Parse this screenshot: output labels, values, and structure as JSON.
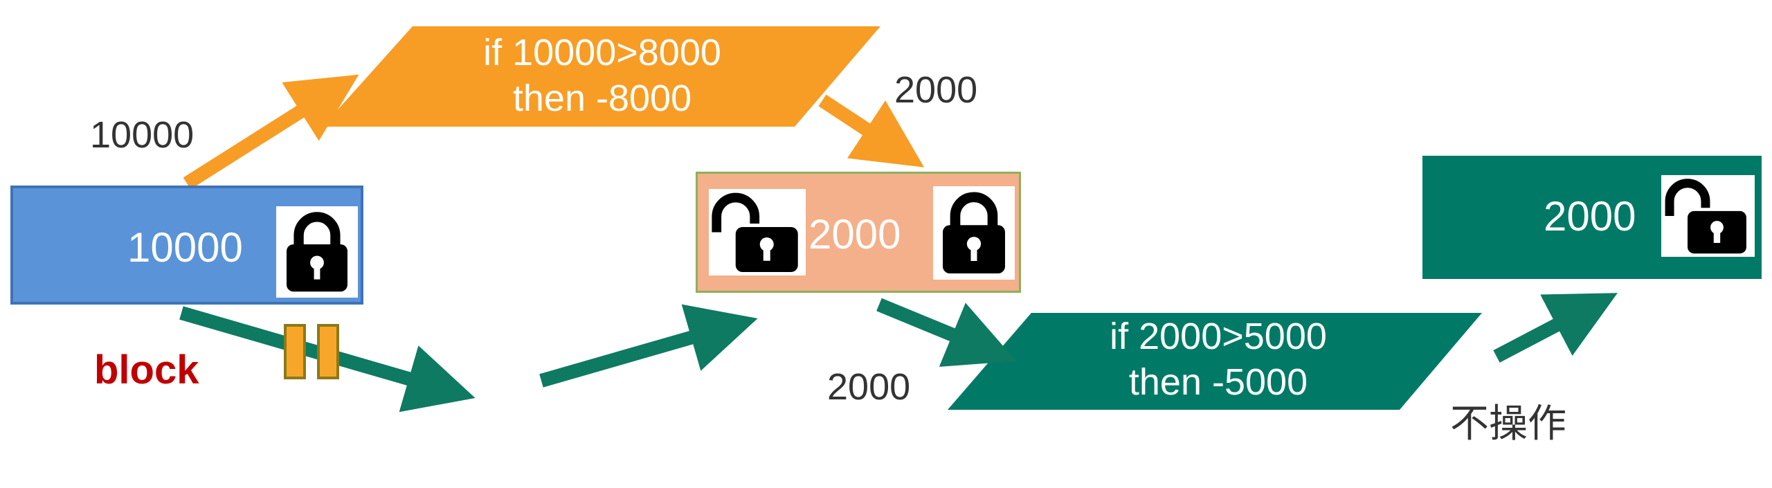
{
  "colors": {
    "account": "#5b93d8",
    "pending": "#f3b08a",
    "pending_border": "#8db05a",
    "result": "#007a66",
    "orange": "#f79d25",
    "teal": "#0e7a62",
    "block_text": "#c00000",
    "barrier_border": "#8a7a1a"
  },
  "source_account": {
    "value": "10000",
    "lock_icon": "closed-lock-icon"
  },
  "middle_account": {
    "value": "2000",
    "left_icon": "open-lock-icon",
    "right_icon": "closed-lock-icon"
  },
  "result_account": {
    "value": "2000",
    "lock_icon": "open-lock-icon"
  },
  "transaction1": {
    "line1": "if 10000>8000",
    "line2": "then -8000"
  },
  "transaction2": {
    "line1": "if 2000>5000",
    "line2": "then -5000"
  },
  "labels": {
    "t1_input": "10000",
    "t1_output": "2000",
    "t2_input": "2000",
    "block": "block",
    "no_operation": "不操作"
  }
}
